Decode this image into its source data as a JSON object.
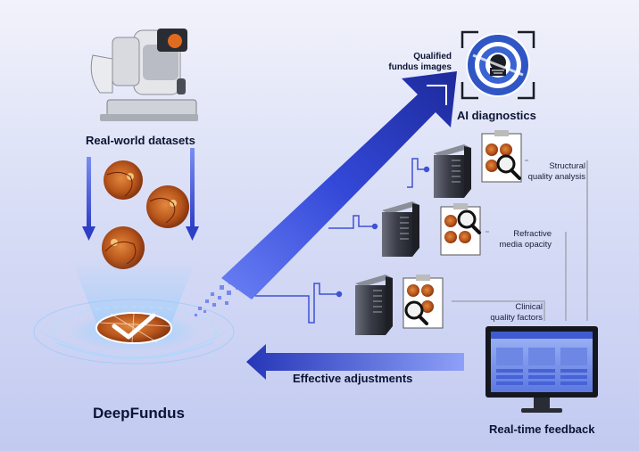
{
  "labels": {
    "real_world_datasets": "Real-world datasets",
    "qualified_line1": "Qualified",
    "qualified_line2": "fundus images",
    "ai_diagnostics": "AI diagnostics",
    "structural_line1": "Structural",
    "structural_line2": "quality analysis",
    "refractive_line1": "Refractive",
    "refractive_line2": "media opacity",
    "clinical_line1": "Clinical",
    "clinical_line2": "quality factors",
    "effective_adjustments": "Effective adjustments",
    "deepfundus": "DeepFundus",
    "realtime_feedback": "Real-time feedback"
  },
  "colors": {
    "arrow_dark": "#1e2d9e",
    "arrow_light": "#5a6ff0",
    "text": "#0d1433",
    "fundus": "#b5541d",
    "server": "#3a3d47"
  }
}
